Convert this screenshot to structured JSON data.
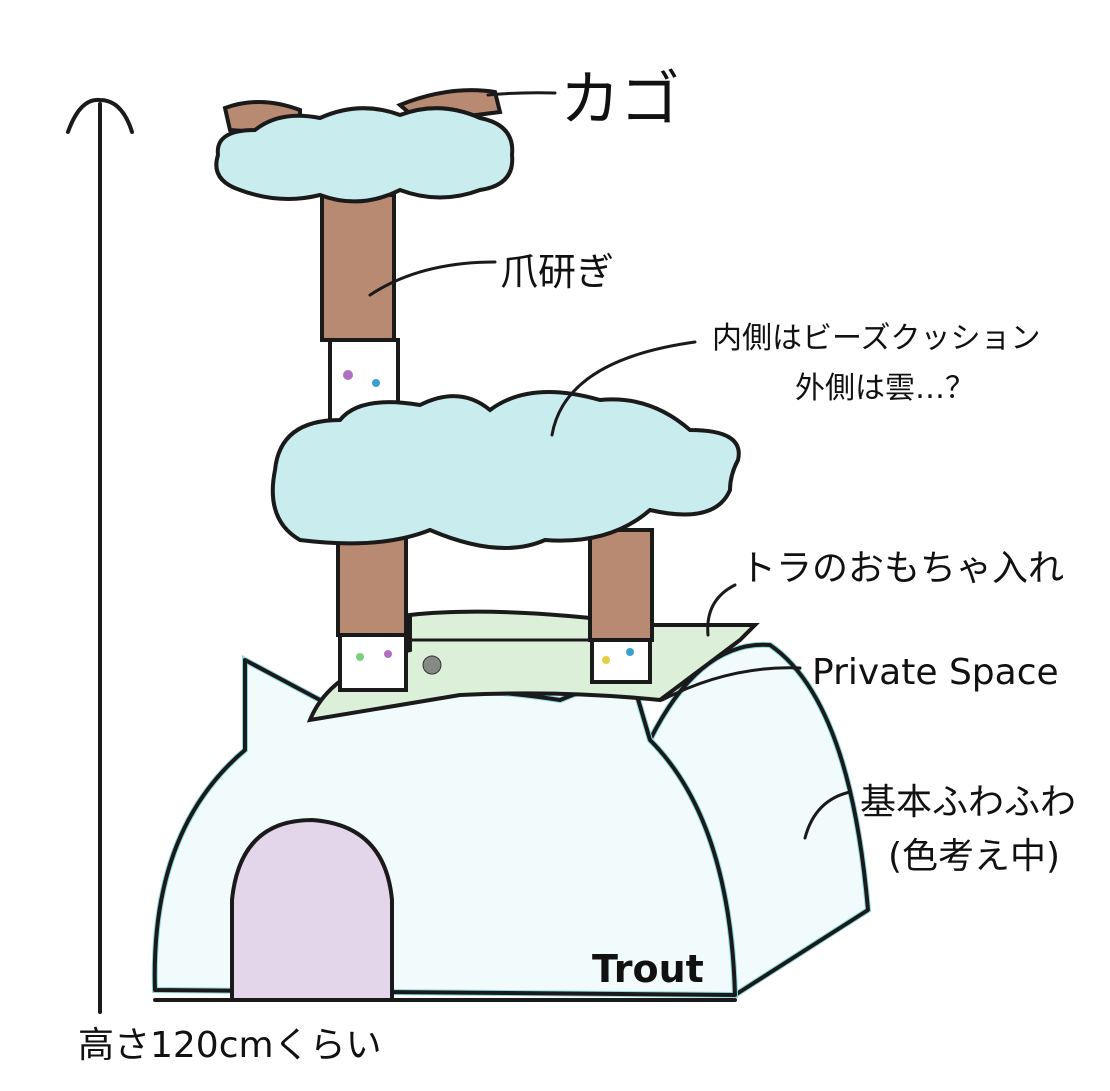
{
  "labels": {
    "basket": "カゴ",
    "scratcher": "爪研ぎ",
    "cloud_inner": "内側はビーズクッション",
    "cloud_outer": "外側は雲…？",
    "toy_box": "トラのおもちゃ入れ",
    "private_space": "Private Space",
    "base_main": "基本ふわふわ",
    "base_note": "(色考え中)",
    "signature": "Trout",
    "height": "高さ120cmくらい"
  },
  "colors": {
    "cloud": "#c9ecef",
    "cloud_stroke": "#6cc9d2",
    "scratch": "#b88a72",
    "door": "#e4d6ea",
    "base": "#f2fbfb",
    "base_edge": "#8fd8de",
    "tray": "#dcefd8"
  }
}
